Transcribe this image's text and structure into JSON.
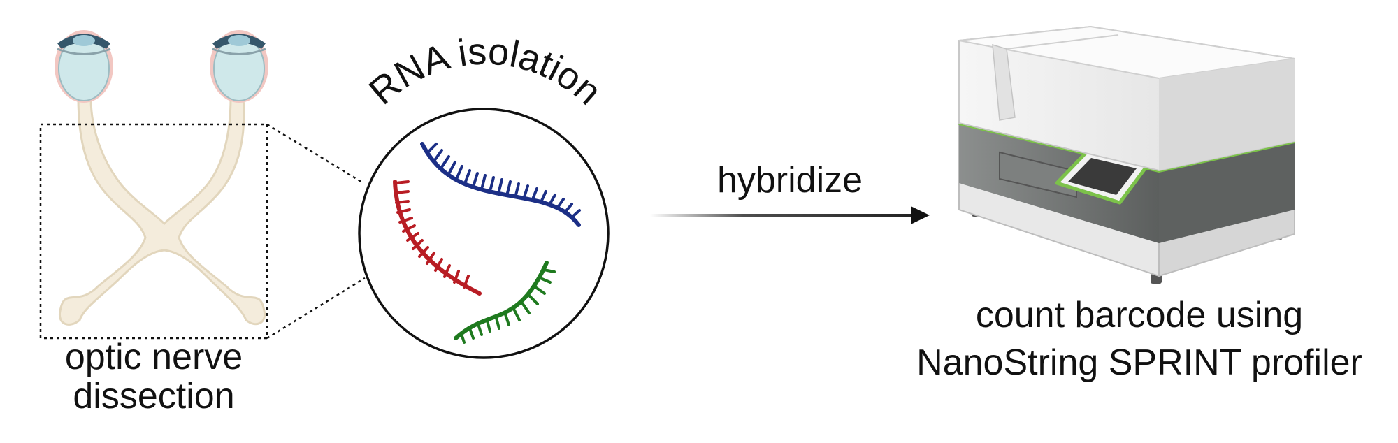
{
  "steps": {
    "dissection": {
      "line1": "optic nerve",
      "line2": "dissection"
    },
    "isolation": {
      "label": "RNA isolation"
    },
    "hybridize": {
      "label": "hybridize"
    },
    "profiler": {
      "line1": "count barcode using",
      "line2": "NanoString SPRINT profiler"
    }
  },
  "colors": {
    "nerve_fill": "#f4ecdc",
    "nerve_stroke": "#e2d6bd",
    "eye_fill": "#cfe8ea",
    "rna_blue": "#1c2f86",
    "rna_red": "#b81d24",
    "rna_green": "#1f7a1f",
    "machine_accent": "#7cc24a",
    "machine_dark": "#6a6d6c"
  }
}
